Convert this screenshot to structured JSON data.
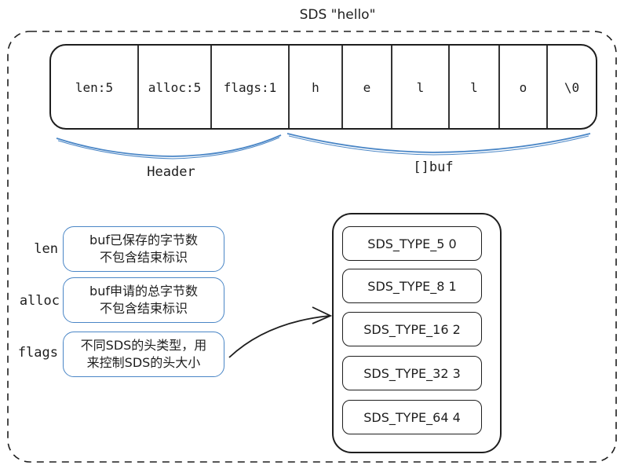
{
  "title": "SDS \"hello\"",
  "cells": [
    "len:5",
    "alloc:5",
    "flags:1",
    "h",
    "e",
    "l",
    "l",
    "o",
    "\\0"
  ],
  "braces": {
    "header": "Header",
    "buf": "[]buf"
  },
  "fields": [
    {
      "label": "len",
      "note_line1": "buf已保存的字节数",
      "note_line2": "不包含结束标识"
    },
    {
      "label": "alloc",
      "note_line1": "buf申请的总字节数",
      "note_line2": "不包含结束标识"
    },
    {
      "label": "flags",
      "note_line1": "不同SDS的头类型，用",
      "note_line2": "来控制SDS的头大小"
    }
  ],
  "types": [
    "SDS_TYPE_5 0",
    "SDS_TYPE_8 1",
    "SDS_TYPE_16 2",
    "SDS_TYPE_32 3",
    "SDS_TYPE_64 4"
  ],
  "colors": {
    "stroke": "#1e1e1e",
    "brace": "#4a86c6",
    "note_border": "#4a86c6"
  }
}
